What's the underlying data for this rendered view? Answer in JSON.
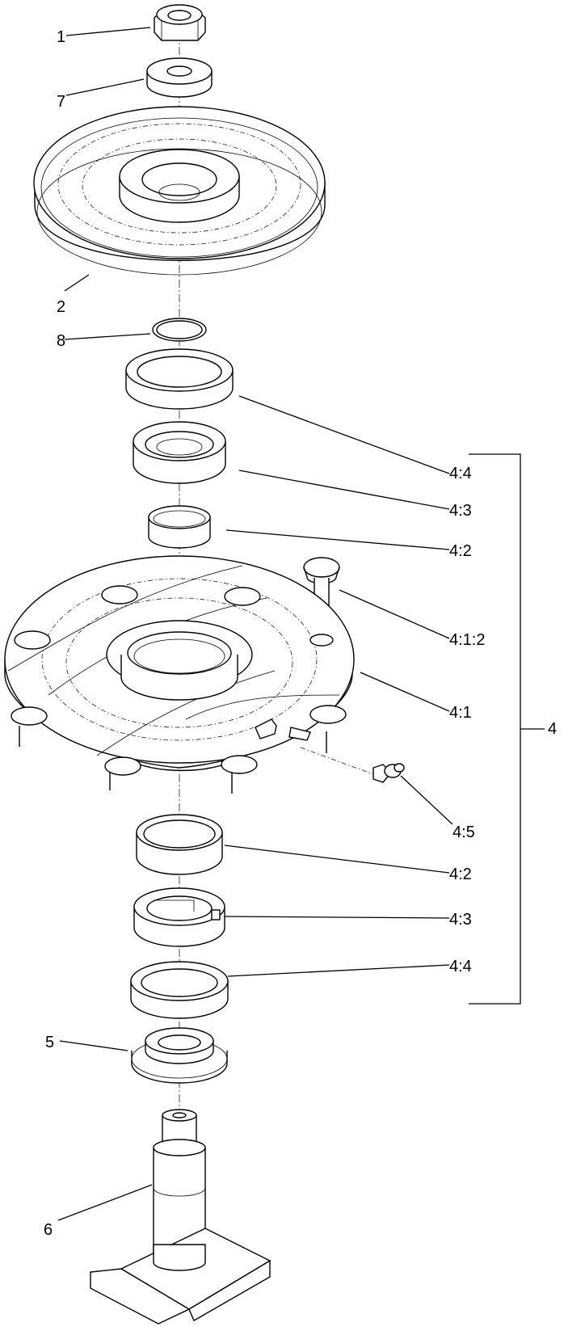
{
  "callouts": {
    "c1": "1",
    "c7": "7",
    "c2": "2",
    "c8": "8",
    "c44a": "4:4",
    "c43a": "4:3",
    "c42a": "4:2",
    "c412": "4:1:2",
    "c41": "4:1",
    "c4": "4",
    "c45": "4:5",
    "c42b": "4:2",
    "c43b": "4:3",
    "c44b": "4:4",
    "c5": "5",
    "c6": "6"
  },
  "colors": {
    "line": "#000000",
    "background": "#ffffff"
  }
}
